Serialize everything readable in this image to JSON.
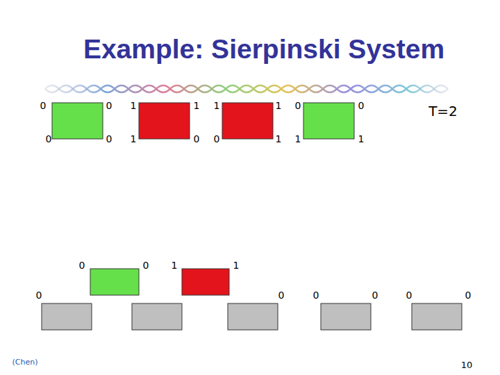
{
  "diagram": {
    "title": "Example: Sierpinski System",
    "labels": [
      "0",
      "0",
      "1",
      "1",
      "1",
      "1",
      "0",
      "0",
      "T=2",
      "0",
      "0",
      "1",
      "0",
      "0",
      "1",
      "1",
      "1",
      "0",
      "0",
      "1",
      "1",
      "0",
      "0",
      "0",
      "0",
      "0",
      "0",
      "(Chen)",
      "10"
    ]
  }
}
